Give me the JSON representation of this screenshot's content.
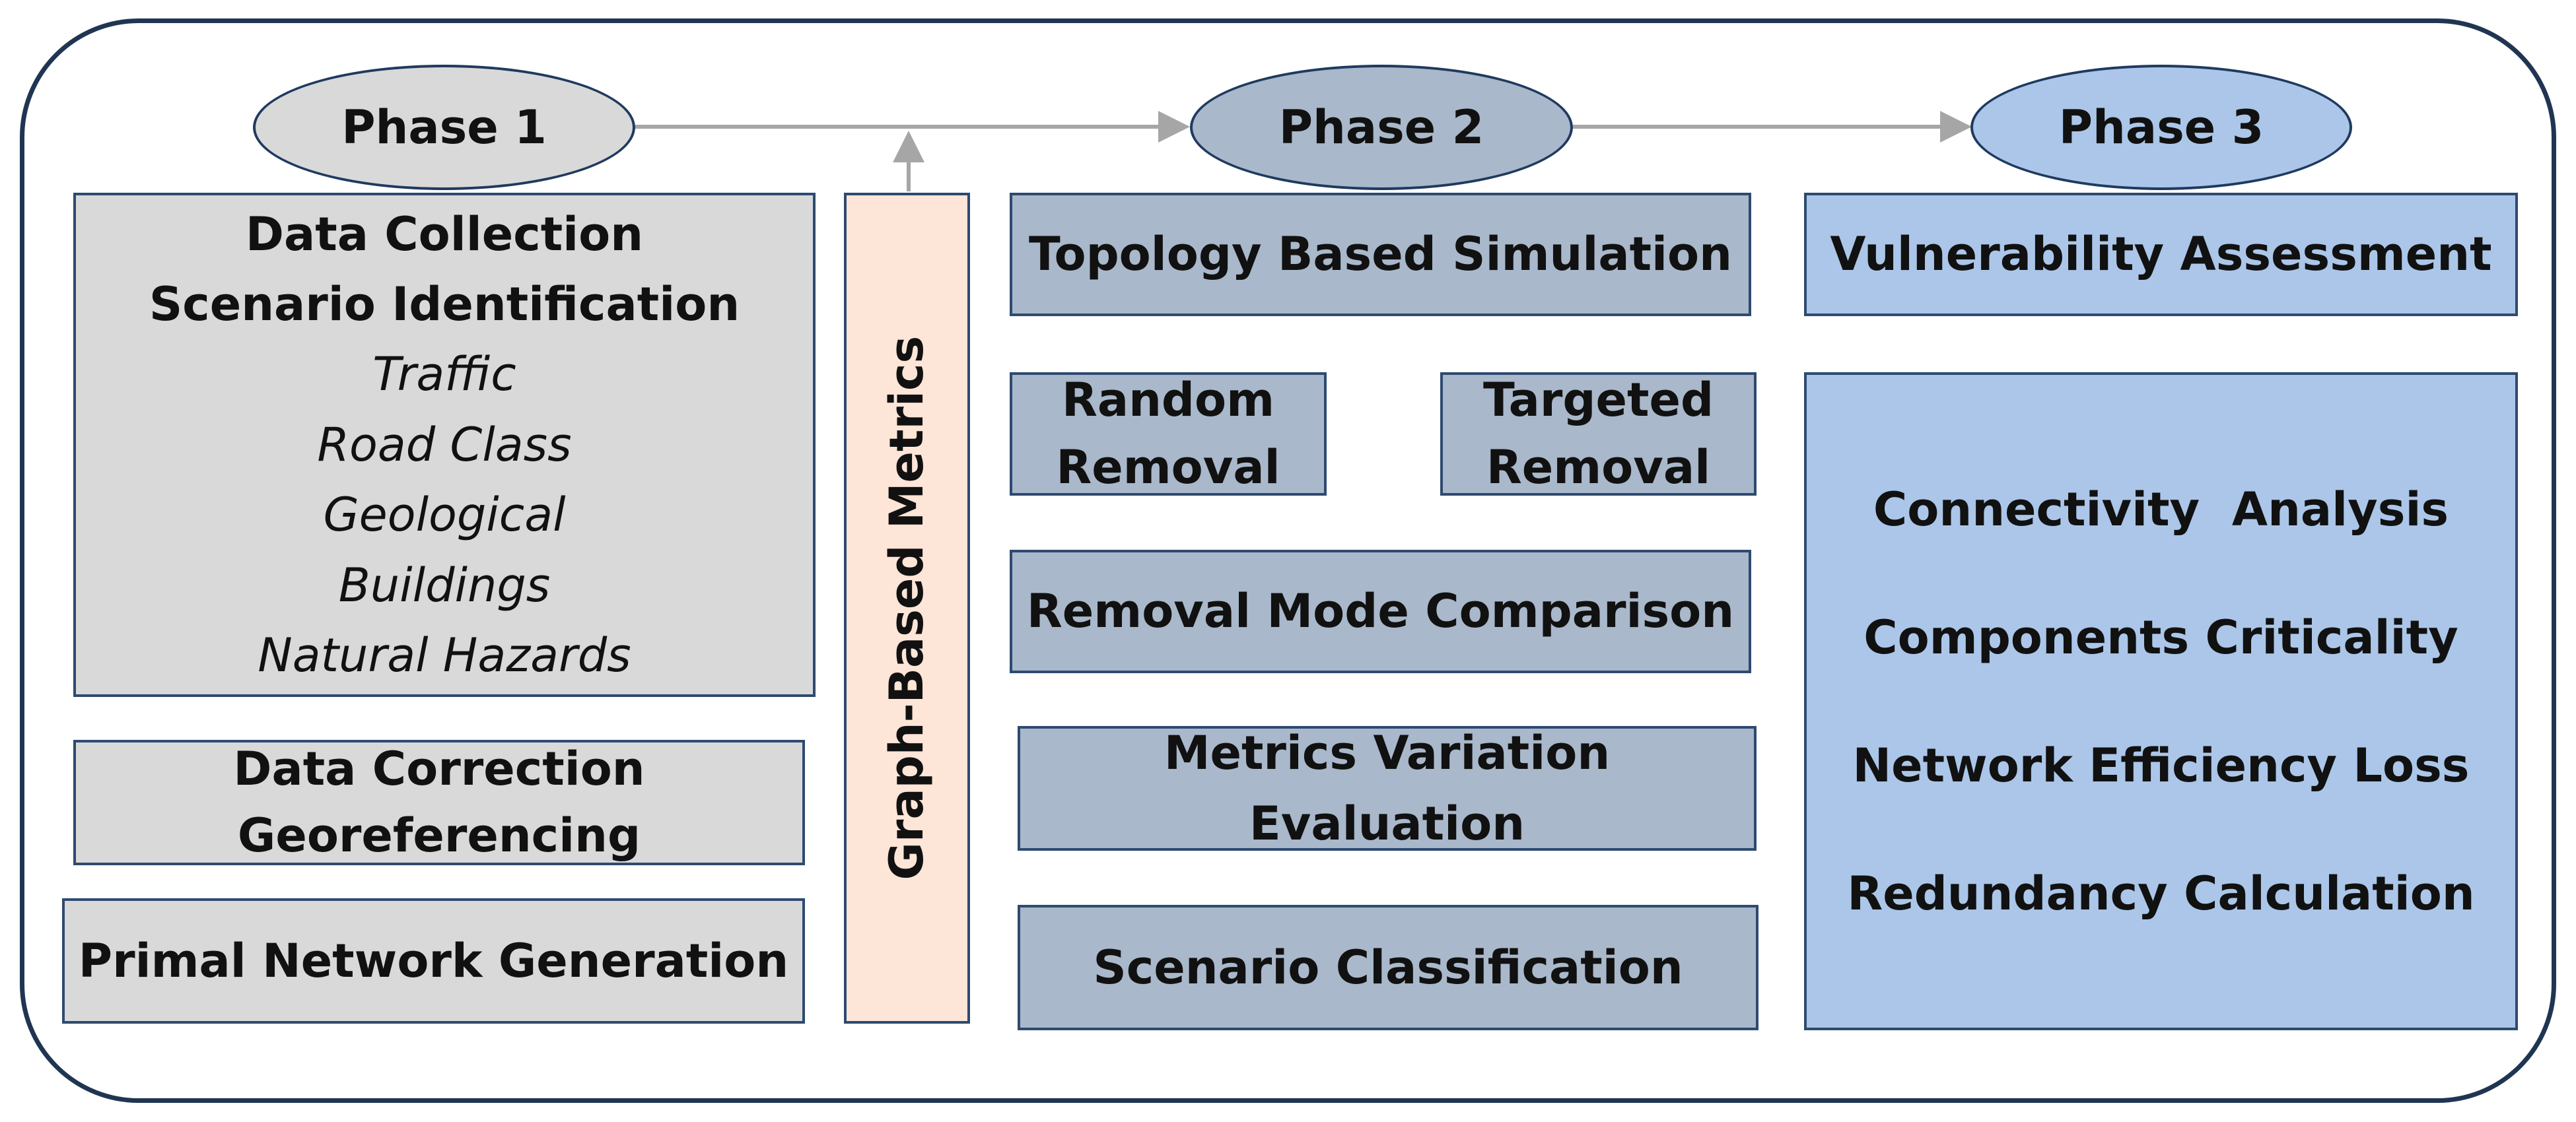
{
  "phases": {
    "phase1": "Phase 1",
    "phase2": "Phase 2",
    "phase3": "Phase 3"
  },
  "phase1": {
    "collection": {
      "title1": "Data Collection",
      "title2": "Scenario Identification",
      "items": [
        "Traffic",
        "Road Class",
        "Geological",
        "Buildings",
        "Natural Hazards"
      ]
    },
    "correction": {
      "line1": "Data Correction",
      "line2": "Georeferencing"
    },
    "network": "Primal Network Generation"
  },
  "metrics_bar": "Graph-Based Metrics",
  "phase2": {
    "topology": "Topology Based Simulation",
    "random": {
      "line1": "Random",
      "line2": "Removal"
    },
    "targeted": {
      "line1": "Targeted",
      "line2": "Removal"
    },
    "comparison": "Removal Mode Comparison",
    "variation": "Metrics Variation Evaluation",
    "classification": "Scenario Classification"
  },
  "phase3": {
    "vulnerability": "Vulnerability Assessment",
    "analyses": [
      "Connectivity  Analysis",
      "Components Criticality",
      "Network Efficiency Loss",
      "Redundancy Calculation"
    ]
  },
  "colors": {
    "frame": "#1f3552",
    "phase1_fill": "#d9d9d9",
    "phase2_fill": "#a9b8ca",
    "phase3_fill": "#abc6e8",
    "metrics_fill": "#fde5d8",
    "arrow": "#a6a6a6"
  }
}
